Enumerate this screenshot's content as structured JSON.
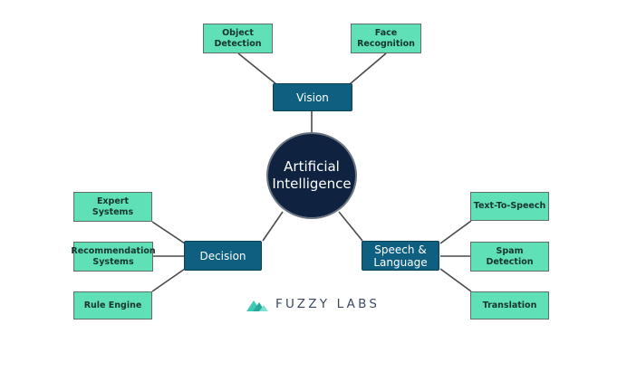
{
  "center": {
    "label": "Artificial\nIntelligence"
  },
  "branches": {
    "vision": {
      "label": "Vision"
    },
    "decision": {
      "label": "Decision"
    },
    "speech": {
      "label": "Speech &\nLanguage"
    }
  },
  "leaves": {
    "object_detection": "Object\nDetection",
    "face_recognition": "Face\nRecognition",
    "expert_systems": "Expert\nSystems",
    "recommendation_systems": "Recommendation\nSystems",
    "rule_engine": "Rule Engine",
    "text_to_speech": "Text-To-Speech",
    "spam_detection": "Spam\nDetection",
    "translation": "Translation"
  },
  "brand": {
    "name": "FUZZY LABS",
    "logo_icon": "fuzzy-labs-logo-icon",
    "accent": "#3fc9b5"
  },
  "colors": {
    "leaf": "#5fe0b7",
    "branch": "#0f6080",
    "center": "#0f2340",
    "connector": "#4a4a4a"
  }
}
